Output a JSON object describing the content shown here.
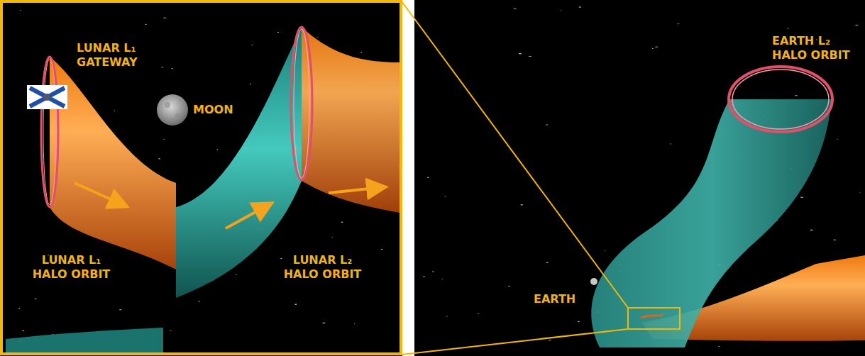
{
  "diagram": {
    "labels": [
      "LUNAR L₁ GATEWAY",
      "MOON",
      "LUNAR L₁ HALO ORBIT",
      "LUNAR L₂ HALO ORBIT",
      "EARTH L₂ HALO ORBIT",
      "EARTH"
    ]
  }
}
